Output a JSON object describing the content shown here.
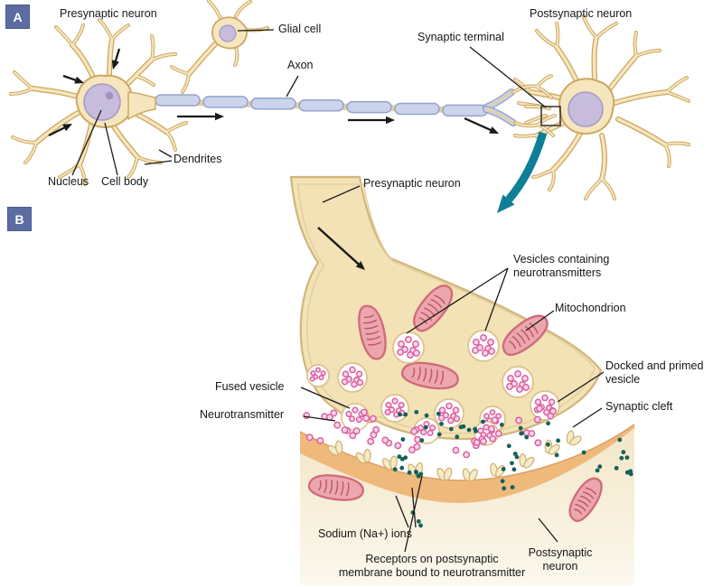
{
  "panels": {
    "a": {
      "badge": "A",
      "labels": {
        "presynaptic_neuron": "Presynaptic neuron",
        "glial_cell": "Glial cell",
        "axon": "Axon",
        "synaptic_terminal": "Synaptic terminal",
        "postsynaptic_neuron": "Postsynaptic neuron",
        "dendrites": "Dendrites",
        "nucleus": "Nucleus",
        "cell_body": "Cell body"
      }
    },
    "b": {
      "badge": "B",
      "labels": {
        "presynaptic_neuron": "Presynaptic neuron",
        "vesicles": "Vesicles containing neurotransmitters",
        "mitochondrion": "Mitochondrion",
        "docked_vesicle": "Docked and primed vesicle",
        "synaptic_cleft": "Synaptic cleft",
        "fused_vesicle": "Fused vesicle",
        "neurotransmitter": "Neurotransmitter",
        "sodium_ions": "Sodium (Na+) ions",
        "receptors": {
          "line1": "Receptors on postsynaptic",
          "line2": "membrane bound to neurotransmitter"
        },
        "postsynaptic_neuron": "Postsynaptic neuron"
      }
    }
  },
  "colors": {
    "badge_bg": "#5b6da0",
    "teal_arrow": "#0d7f97",
    "cell_fill": "#f6e6bd",
    "cell_outline": "#cda761",
    "nucleus_fill": "#c7bcdc",
    "nucleus_outline": "#a89ac6",
    "nucleolus": "#a193bf",
    "myelin_fill": "#cbd4ea",
    "myelin_outline": "#93a4ce",
    "axon_core": "#e7cf9a",
    "terminal_fill": "#f2e2b5",
    "terminal_outline": "#d2b57c",
    "terminal_inner_line": "#e4cf9d",
    "mito_fill": "#eca7ae",
    "mito_outline": "#d06c7c",
    "mito_cristae": "#c2566b",
    "vesicle_ring": "#dcc189",
    "nt_dot_fill": "#f9d7e9",
    "nt_dot_ring": "#dc5f9f",
    "sodium_dot": "#17605a",
    "membrane_orange": "#f0b97c",
    "membrane_edge": "#dc9f5f",
    "receptor_fill": "#f6ebc6",
    "receptor_outline": "#cdb072",
    "post_region_top": "#f3e6c6",
    "post_region_bottom": "#fcf8ee",
    "line_black": "#1a1a1a"
  }
}
